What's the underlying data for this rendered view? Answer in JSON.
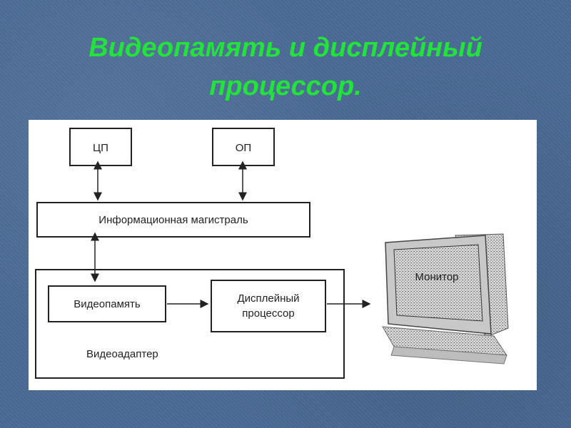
{
  "title": {
    "line1": "Видеопамять и дисплейный",
    "line2": "процессор."
  },
  "diagram": {
    "cpu": "ЦП",
    "ram": "ОП",
    "bus": "Информационная магистраль",
    "video_memory": "Видеопамять",
    "display_processor_line1": "Дисплейный",
    "display_processor_line2": "процессор",
    "video_adapter": "Видеоадаптер",
    "monitor": "Монитор"
  },
  "colors": {
    "background": "#4a6a95",
    "title": "#22e33a"
  }
}
